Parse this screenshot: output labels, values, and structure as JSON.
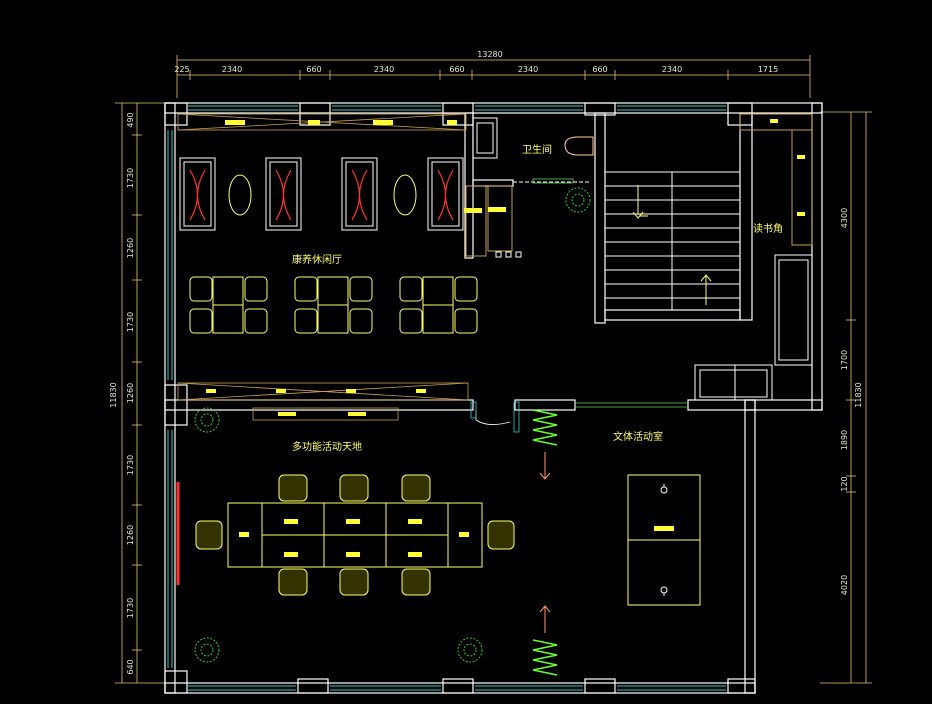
{
  "rooms": {
    "bathroom": "卫生间",
    "reading": "读书角",
    "lounge": "康养休闲厅",
    "activity": "多功能活动天地",
    "sports": "文体活动室"
  },
  "top_dims": {
    "total": "13280",
    "segments": [
      "225",
      "2340",
      "660",
      "2340",
      "660",
      "2340",
      "660",
      "2340",
      "1715"
    ]
  },
  "left_dims": {
    "total": "11830",
    "segments": [
      "490",
      "1730",
      "1260",
      "1730",
      "1260",
      "1730",
      "1260",
      "1730",
      "640"
    ]
  },
  "right_dims": {
    "total": "11830",
    "segments": [
      "4300",
      "1700",
      "1890",
      "120",
      "4020"
    ]
  },
  "colors": {
    "wall": "#ffffff",
    "dim": "#e8c46a",
    "furniture": "#ffff66",
    "window": "#33cccc",
    "plant": "#33cc33",
    "accent_red": "#ff3333"
  }
}
